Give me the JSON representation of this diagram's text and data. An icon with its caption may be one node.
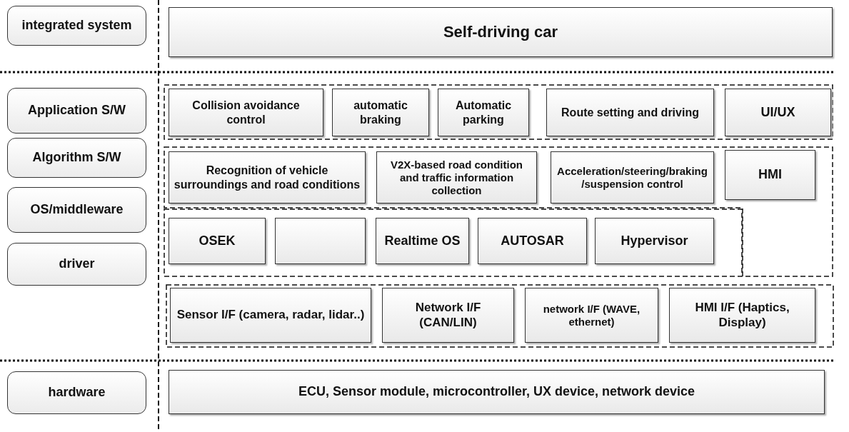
{
  "diagram": {
    "nodes": [
      {
        "text": [
          "integrated system"
        ]
      },
      {
        "text": [
          "Self-driving car"
        ]
      },
      {
        "text": [
          "Application S/W"
        ]
      },
      {
        "text": [],
        "shape": "box"
      },
      {
        "text": [
          "Collision avoidance control"
        ],
        "in": 3
      },
      {
        "text": [
          "automatic braking"
        ],
        "in": 3
      },
      {
        "text": [
          "Automatic parking"
        ],
        "in": 3
      },
      {
        "text": [
          "Route setting and driving"
        ],
        "in": 3
      },
      {
        "text": [
          "UI/UX"
        ],
        "in": 3
      },
      {
        "text": [
          "Algorithm S/W"
        ]
      },
      {
        "text": [],
        "shape": "box"
      },
      {
        "text": [
          "Recognition of vehicle surroundings and road conditions"
        ],
        "in": 10
      },
      {
        "text": [
          "V2X-based road condition and traffic information collection"
        ],
        "in": 10
      },
      {
        "text": [
          "Acceleration/steering/braking/suspension control"
        ],
        "in": 10
      },
      {
        "text": [
          "HMI"
        ],
        "in": 10
      },
      {
        "text": [
          "OS/middleware"
        ]
      },
      {
        "text": [],
        "shape": "box"
      },
      {
        "text": [
          "OSEK"
        ],
        "in": 16
      },
      {
        "text": [],
        "shape": "box",
        "in": 16
      },
      {
        "text": [
          "Realtime OS"
        ],
        "in": 16
      },
      {
        "text": [
          "AUTOSAR"
        ],
        "in": 16
      },
      {
        "text": [
          "Hypervisor"
        ],
        "in": 16
      },
      {
        "text": [
          "driver"
        ]
      },
      {
        "text": [],
        "shape": "box"
      },
      {
        "text": [
          "Sensor I/F (camera, radar, lidar..)"
        ],
        "in": 23
      },
      {
        "text": [
          "Network I/F (CAN/LIN)"
        ],
        "in": 23
      },
      {
        "text": [
          "network I/F (WAVE, ethernet)"
        ],
        "in": 23
      },
      {
        "text": [
          "HMI I/F (Haptics, Display)"
        ],
        "in": 23
      },
      {
        "text": [
          "hardware"
        ]
      },
      {
        "text": [
          "ECU, Sensor module, microcontroller, UX device, network device"
        ]
      }
    ],
    "edges": []
  }
}
